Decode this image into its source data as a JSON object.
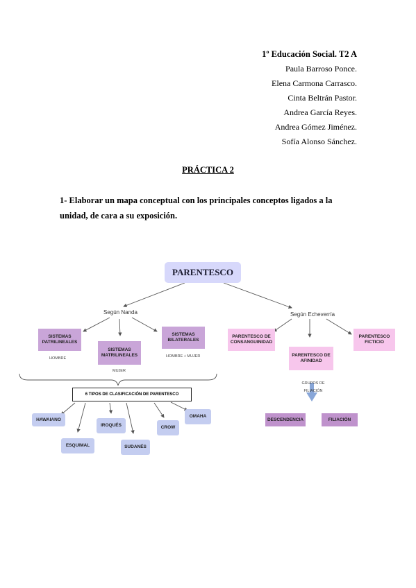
{
  "header": {
    "course": "1º Educación Social. T2 A",
    "authors": [
      "Paula Barroso Ponce.",
      "Elena Carmona Carrasco.",
      "Cinta Beltrán Pastor.",
      "Andrea García Reyes.",
      "Andrea Gómez Jiménez.",
      "Sofía Alonso Sánchez."
    ]
  },
  "title": "PRÁCTICA 2",
  "task": "1- Elaborar un mapa conceptual con los principales conceptos ligados a la unidad, de cara a su exposición.",
  "map": {
    "root": "PARENTESCO",
    "left_branch": "Según Nanda",
    "right_branch": "Según Echeverría",
    "nanda": [
      {
        "label": "SISTEMAS PATRILINEALES",
        "note": "HOMBRE"
      },
      {
        "label": "SISTEMAS MATRILINEALES",
        "note": "MUJER"
      },
      {
        "label": "SISTEMAS BILATERALES",
        "note": "HOMBRE + MUJER"
      }
    ],
    "types_title": "6 TIPOS DE CLASIFICACIÓN DE PARENTESCO",
    "types": [
      "HAWAIANO",
      "ESQUIMAL",
      "IROQUÉS",
      "SUDANÉS",
      "CROW",
      "OMAHA"
    ],
    "echeverria": [
      "PARENTESCO DE CONSANGUINIDAD",
      "PARENTESCO DE AFINIDAD",
      "PARENTESCO FICTICIO"
    ],
    "groups_label": "GRUPOS DE FILIACIÓN",
    "groups": [
      "DESCENDENCIA",
      "FILIACIÓN"
    ]
  }
}
